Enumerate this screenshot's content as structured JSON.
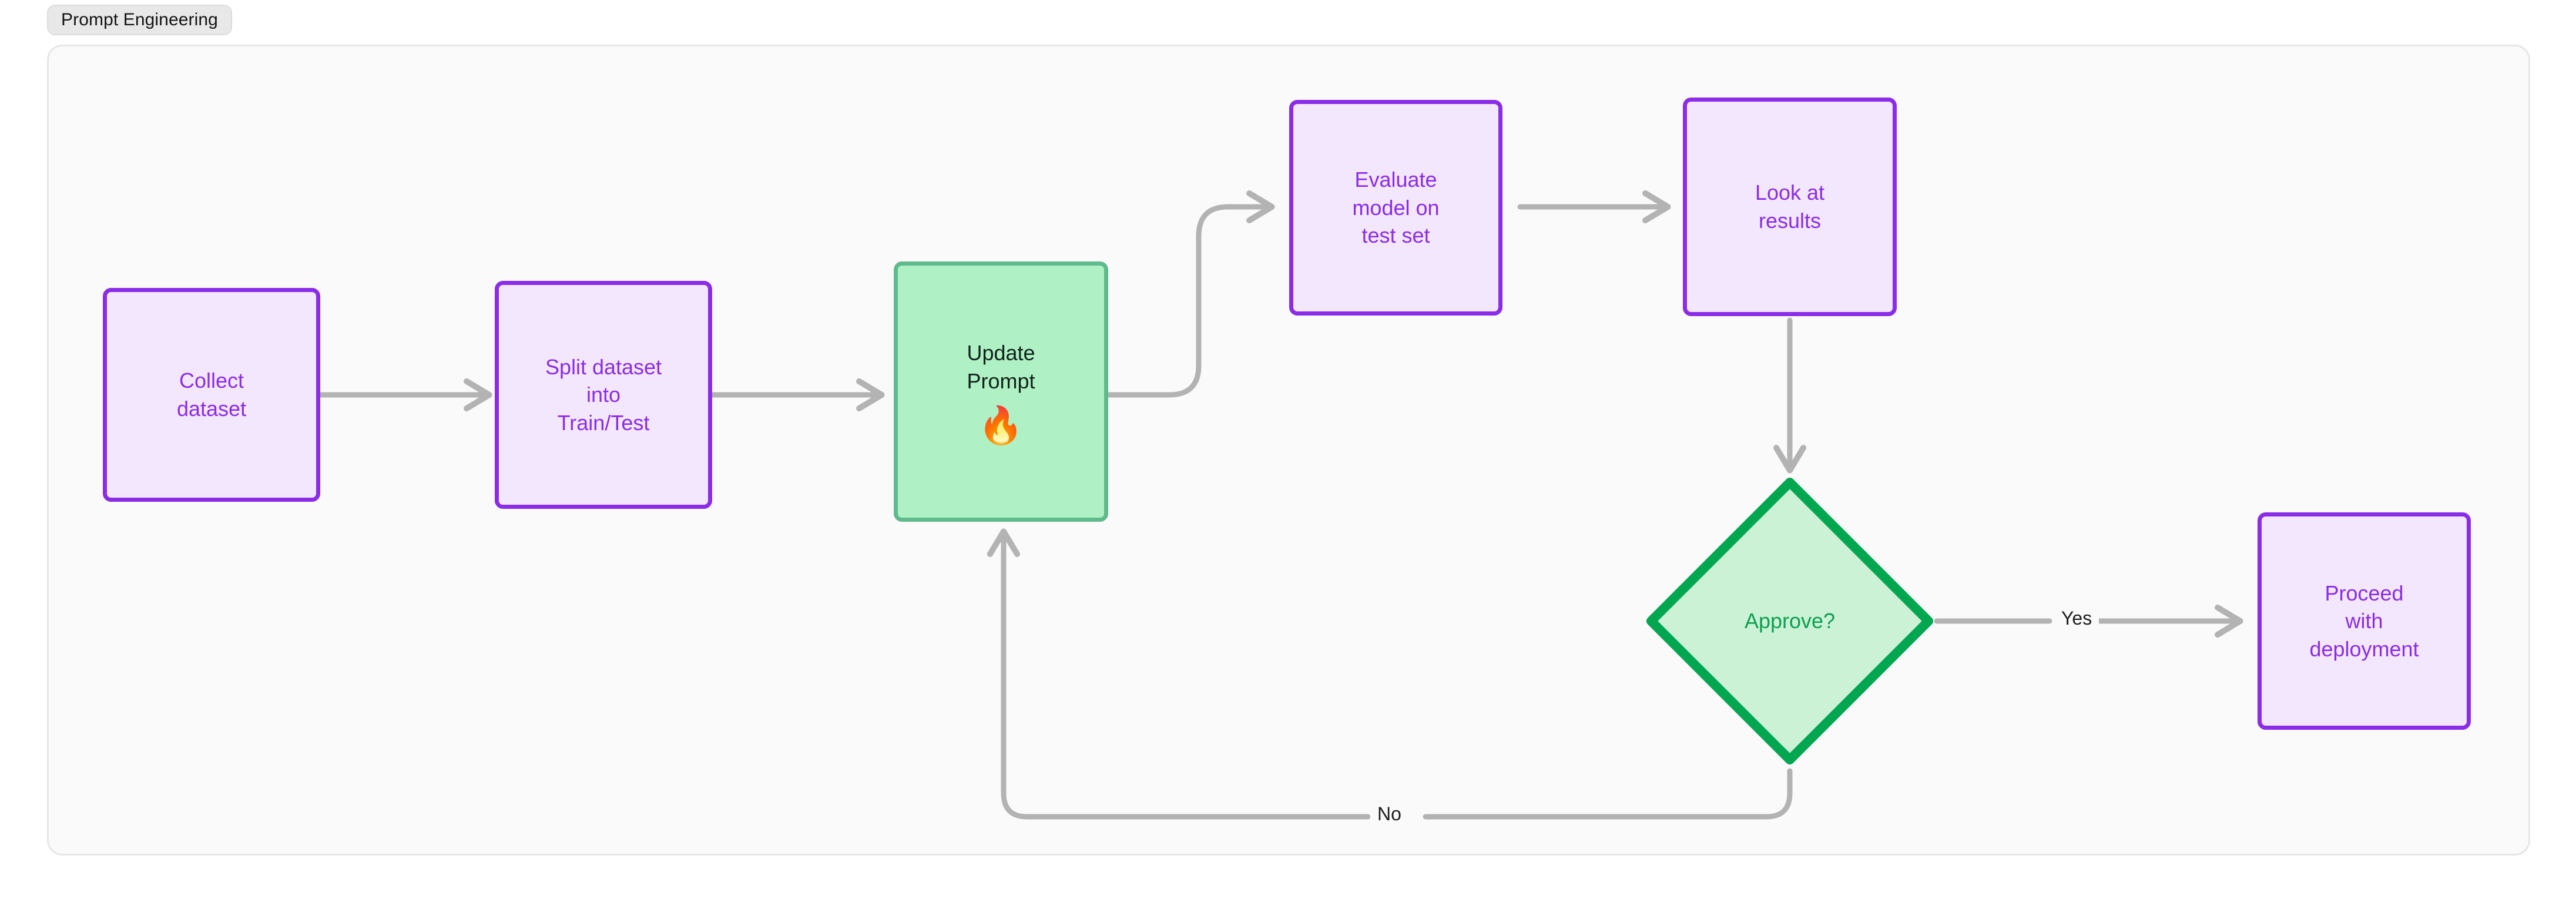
{
  "header": {
    "badge_label": "Prompt Engineering"
  },
  "colors": {
    "canvas_bg": "#fafafa",
    "canvas_border": "#e6e6e6",
    "page_bg": "#ffffff",
    "badge_bg": "#e8e8e8",
    "purple_border": "#8b2ce6",
    "purple_fill": "#f3e7fd",
    "purple_text": "#8b2ce6",
    "green_proc_border": "#5fba8e",
    "green_proc_fill": "#aff0c4",
    "green_proc_text": "#10231a",
    "diamond_border": "#00a650",
    "diamond_fill": "#ccf2d6",
    "diamond_text": "#0ba150",
    "edge_stroke": "#b3b3b3",
    "edge_label_text": "#1d1d1d"
  },
  "diagram": {
    "type": "flowchart",
    "direction": "left-to-right",
    "nodes": [
      {
        "id": "collect",
        "label": "Collect\ndataset",
        "shape": "rounded-rect",
        "style": "purple",
        "emoji": ""
      },
      {
        "id": "split",
        "label": "Split dataset\ninto\nTrain/Test",
        "shape": "rounded-rect",
        "style": "purple",
        "emoji": ""
      },
      {
        "id": "update",
        "label": "Update\nPrompt",
        "shape": "rounded-rect",
        "style": "green-proc",
        "emoji": "🔥"
      },
      {
        "id": "evaluate",
        "label": "Evaluate\nmodel on\ntest set",
        "shape": "rounded-rect",
        "style": "purple",
        "emoji": ""
      },
      {
        "id": "look",
        "label": "Look at\nresults",
        "shape": "rounded-rect",
        "style": "purple",
        "emoji": ""
      },
      {
        "id": "approve",
        "label": "Approve?",
        "shape": "diamond",
        "style": "green-decision",
        "emoji": ""
      },
      {
        "id": "proceed",
        "label": "Proceed\nwith\ndeployment",
        "shape": "rounded-rect",
        "style": "purple",
        "emoji": ""
      }
    ],
    "edges": [
      {
        "from": "collect",
        "to": "split",
        "label": ""
      },
      {
        "from": "split",
        "to": "update",
        "label": ""
      },
      {
        "from": "update",
        "to": "evaluate",
        "label": ""
      },
      {
        "from": "evaluate",
        "to": "look",
        "label": ""
      },
      {
        "from": "look",
        "to": "approve",
        "label": ""
      },
      {
        "from": "approve",
        "to": "proceed",
        "label": "Yes"
      },
      {
        "from": "approve",
        "to": "update",
        "label": "No"
      }
    ]
  }
}
